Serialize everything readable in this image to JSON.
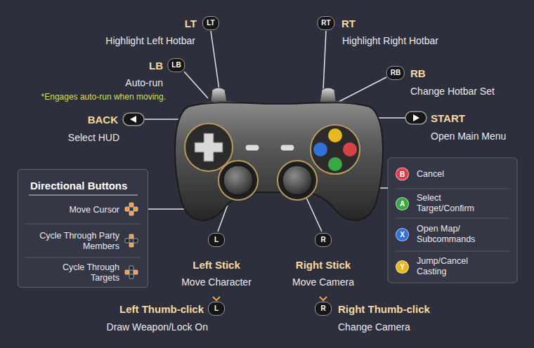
{
  "diagram": {
    "nodes": [
      {
        "text": [
          "LT"
        ]
      },
      {
        "text": [
          "RT"
        ]
      },
      {
        "text": [
          "LB"
        ]
      },
      {
        "text": [
          "RB"
        ]
      },
      {
        "text": [
          "Directional Buttons"
        ]
      },
      {
        "text": [
          "Move Cursor"
        ],
        "in": 4
      },
      {
        "text": [
          "Cycle Through Party Members"
        ],
        "in": 4
      },
      {
        "text": [
          "Cycle Through Targets"
        ],
        "in": 4
      },
      {
        "text": [
          "B",
          "Cancel"
        ]
      },
      {
        "text": [
          "A",
          "Select Target/Confirm"
        ]
      },
      {
        "text": [
          "X",
          "Open Map/ Subcommands"
        ]
      },
      {
        "text": [
          "Y",
          "Jump/Cancel Casting"
        ]
      },
      {
        "text": [
          "L"
        ]
      },
      {
        "text": [
          "R"
        ]
      },
      {
        "text": [
          "L"
        ]
      },
      {
        "text": [
          "R"
        ]
      }
    ],
    "labels": [
      "LT",
      "Highlight Left Hotbar",
      "RT",
      "Highlight Right Hotbar",
      "LB",
      "Auto-run",
      "*Engages auto-run when moving.",
      "RB",
      "Change Hotbar Set",
      "BACK",
      "Select HUD",
      "START",
      "Open Main Menu",
      "Left Stick",
      "Move Character",
      "Right Stick",
      "Move Camera",
      "Left Thumb-click",
      "Draw Weapon/Lock On",
      "Right Thumb-click",
      "Change Camera"
    ]
  }
}
